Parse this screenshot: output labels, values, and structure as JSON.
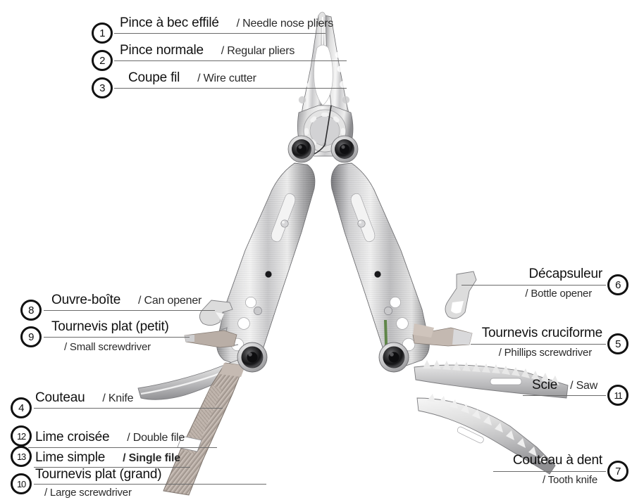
{
  "diagram": {
    "title": "Multi-tool parts diagram",
    "language_primary": "French",
    "language_secondary": "English",
    "separator": "/",
    "background_color": "#ffffff",
    "line_color": "#6b6b6b",
    "text_color": "#111111"
  },
  "callouts": [
    {
      "number": "1",
      "fr": "Pince à bec effilé",
      "en": "/ Needle nose pliers",
      "side": "left"
    },
    {
      "number": "2",
      "fr": "Pince normale",
      "en": "/ Regular pliers",
      "side": "left"
    },
    {
      "number": "3",
      "fr": "Coupe fil",
      "en": "/ Wire cutter",
      "side": "left"
    },
    {
      "number": "8",
      "fr": "Ouvre-boîte",
      "en": "/ Can opener",
      "side": "left"
    },
    {
      "number": "9",
      "fr": "Tournevis plat (petit)",
      "en": "/ Small screwdriver",
      "side": "left"
    },
    {
      "number": "4",
      "fr": "Couteau",
      "en": "/ Knife",
      "side": "left"
    },
    {
      "number": "12",
      "fr": "Lime croisée",
      "en": "/ Double file",
      "side": "left"
    },
    {
      "number": "13",
      "fr": "Lime simple",
      "en": "/ Single file",
      "side": "left",
      "en_bold": true
    },
    {
      "number": "10",
      "fr": "Tournevis plat (grand)",
      "en": "/ Large screwdriver",
      "side": "left"
    },
    {
      "number": "6",
      "fr": "Décapsuleur",
      "en": "/ Bottle opener",
      "side": "right"
    },
    {
      "number": "5",
      "fr": "Tournevis  cruciforme",
      "en": "/ Phillips screwdriver",
      "side": "right"
    },
    {
      "number": "11",
      "fr": "Scie",
      "en": "/ Saw",
      "side": "right"
    },
    {
      "number": "7",
      "fr": "Couteau à dent",
      "en": "/ Tooth knife",
      "side": "right"
    }
  ],
  "product": {
    "type": "folding multi-tool pliers",
    "finish": "stainless steel",
    "orientation": "open, handles splayed"
  }
}
